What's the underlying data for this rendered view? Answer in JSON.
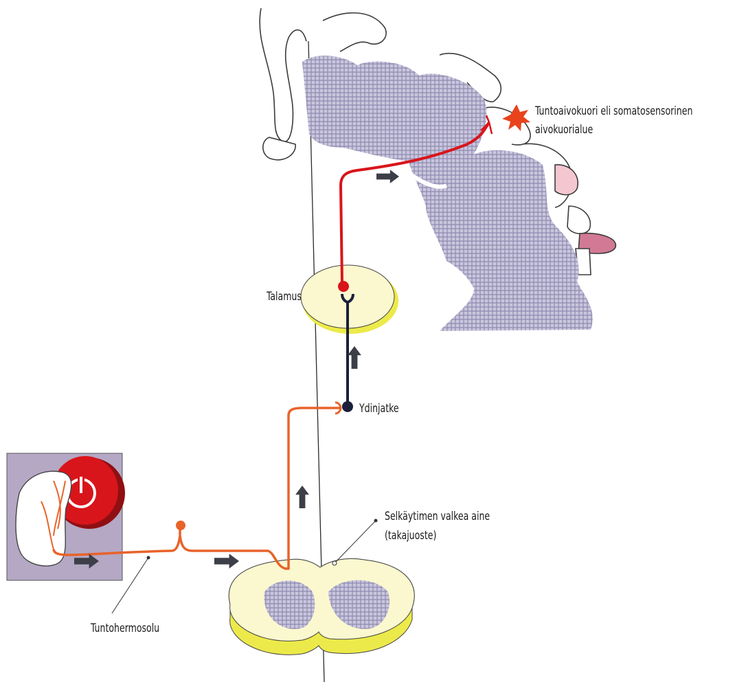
{
  "labels": {
    "cortex_line1": "Tuntoaivokuori eli somatosensorinen",
    "cortex_line2": "aivokuorialue",
    "thalamus": "Talamus",
    "medulla": "Ydinjatke",
    "white_matter_line1": "Selkäytimen valkea aine",
    "white_matter_line2": "(takajuoste)",
    "sensory_neuron": "Tuntohermosolu"
  },
  "colors": {
    "neuron_first_order": "#e8632a",
    "neuron_second_order": "#1b1f3a",
    "neuron_third_order": "#d8151b",
    "grey_matter": "#a9a6c6",
    "thalamus_fill": "#fbf8cf",
    "thalamus_rim": "#ecea4a",
    "button_red": "#d8151b",
    "panel_bg": "#b4a8c4",
    "arrow": "#3d3f48",
    "star": "#e8431c"
  },
  "icons": {
    "power_button": "power-icon",
    "stimulus_star": "star-icon",
    "direction_arrows": "arrow-icon"
  }
}
